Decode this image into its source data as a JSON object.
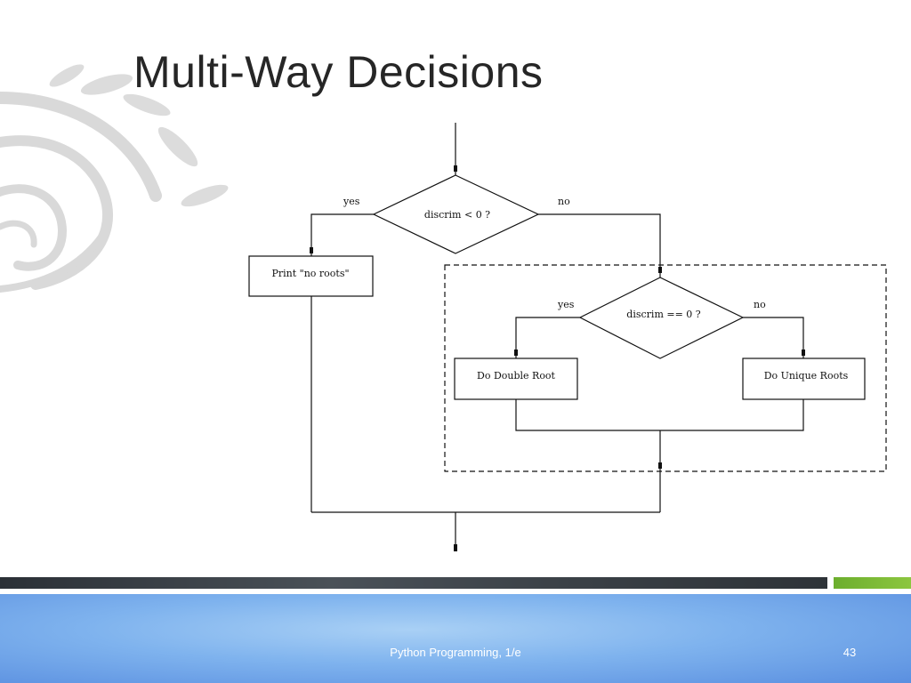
{
  "slide": {
    "title": "Multi-Way Decisions",
    "footer": "Python Programming, 1/e",
    "page_number": "43"
  },
  "flowchart": {
    "decision_outer": "discrim < 0 ?",
    "decision_inner": "discrim == 0 ?",
    "process_no_roots": "Print \"no roots\"",
    "process_double_root": "Do Double Root",
    "process_unique_roots": "Do Unique Roots",
    "edge_yes_outer": "yes",
    "edge_no_outer": "no",
    "edge_yes_inner": "yes",
    "edge_no_inner": "no"
  },
  "colors": {
    "title": "#262626",
    "line": "#111111",
    "footer_band": "#7fb3ee",
    "accent_green": "#8cc63f"
  }
}
